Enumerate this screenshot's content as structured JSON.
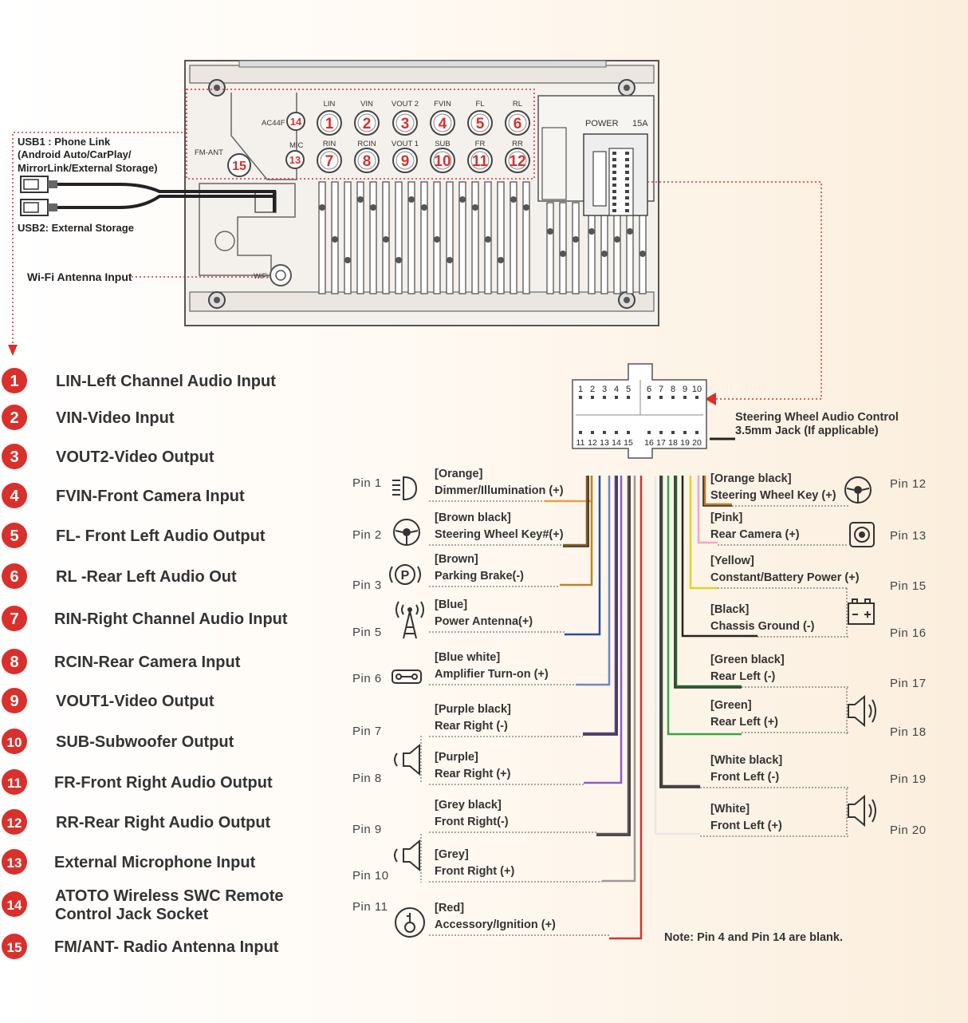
{
  "colors": {
    "accent_red": "#d9302c",
    "outline": "#555555",
    "text": "#333333"
  },
  "unit": {
    "port_labels": [
      "LIN",
      "VIN",
      "VOUT 2",
      "FVIN",
      "FL",
      "RL",
      "RIN",
      "RCIN",
      "VOUT 1",
      "SUB",
      "FR",
      "RR"
    ],
    "ac44f": "AC44F",
    "mic": "MIC",
    "fm_ant": "FM-ANT",
    "power": "POWER",
    "fuse": "15A",
    "wifi": "WiFi"
  },
  "usb": {
    "usb1": [
      "USB1 : Phone Link",
      "(Android Auto/CarPlay/",
      "MirrorLink/External Storage)"
    ],
    "usb2": "USB2: External Storage",
    "wifi_antenna": "Wi-Fi Antenna Input"
  },
  "legend": [
    {
      "num": "1",
      "text": "LIN-Left Channel Audio Input"
    },
    {
      "num": "2",
      "text": "VIN-Video Input"
    },
    {
      "num": "3",
      "text": "VOUT2-Video Output"
    },
    {
      "num": "4",
      "text": "FVIN-Front Camera Input"
    },
    {
      "num": "5",
      "text": "FL- Front Left Audio Output"
    },
    {
      "num": "6",
      "text": "RL -Rear Left Audio Out"
    },
    {
      "num": "7",
      "text": "RIN-Right Channel Audio Input"
    },
    {
      "num": "8",
      "text": "RCIN-Rear Camera Input"
    },
    {
      "num": "9",
      "text": "VOUT1-Video Output"
    },
    {
      "num": "10",
      "text": "SUB-Subwoofer Output"
    },
    {
      "num": "11",
      "text": "FR-Front Right Audio Output"
    },
    {
      "num": "12",
      "text": "RR-Rear Right Audio Output"
    },
    {
      "num": "13",
      "text": "External Microphone Input"
    },
    {
      "num": "14",
      "text": "ATOTO Wireless SWC Remote",
      "text2": "Control Jack Socket"
    },
    {
      "num": "15",
      "text": "FM/ANT- Radio Antenna Input"
    }
  ],
  "connector": {
    "top": [
      "1",
      "2",
      "3",
      "4",
      "5",
      "6",
      "7",
      "8",
      "9",
      "10"
    ],
    "bottom": [
      "11",
      "12",
      "13",
      "14",
      "15",
      "16",
      "17",
      "18",
      "19",
      "20"
    ]
  },
  "steering_jack": [
    "Steering Wheel Audio Control",
    "3.5mm Jack (If applicable)"
  ],
  "pins_left": [
    {
      "pin": "Pin 1",
      "color_name": "[Orange]",
      "function": "Dimmer/Illumination (+)",
      "wire": "#e8a23a",
      "icon": "headlight-icon"
    },
    {
      "pin": "Pin 2",
      "color_name": "[Brown black]",
      "function": "Steering Wheel Key#(+)",
      "wire": "#8a5a1a",
      "icon": "steering-wheel-icon"
    },
    {
      "pin": "Pin 3",
      "color_name": "[Brown]",
      "function": "Parking Brake(-)",
      "wire": "#b8862c",
      "icon": "parking-brake-icon"
    },
    {
      "pin": "Pin 5",
      "color_name": "[Blue]",
      "function": "Power Antenna(+)",
      "wire": "#2b4fa0",
      "icon": "antenna-tower-icon"
    },
    {
      "pin": "Pin 6",
      "color_name": "[Blue white]",
      "function": "Amplifier Turn-on (+)",
      "wire": "#6d86c4",
      "icon": "amplifier-icon"
    },
    {
      "pin": "Pin 7",
      "color_name": "[Purple black]",
      "function": "Rear Right (-)",
      "wire": "#5a3a8a",
      "icon": ""
    },
    {
      "pin": "Pin 8",
      "color_name": "[Purple]",
      "function": "Rear Right (+)",
      "wire": "#8a5cc4",
      "icon": "speaker-icon"
    },
    {
      "pin": "Pin 9",
      "color_name": "[Grey black]",
      "function": "Front Right(-)",
      "wire": "#555555",
      "icon": ""
    },
    {
      "pin": "Pin 10",
      "color_name": "[Grey]",
      "function": "Front Right (+)",
      "wire": "#9a9a9a",
      "icon": "speaker-icon"
    },
    {
      "pin": "Pin 11",
      "color_name": "[Red]",
      "function": "Accessory/Ignition (+)",
      "wire": "#d9302c",
      "icon": "ignition-key-icon"
    }
  ],
  "pins_right": [
    {
      "pin": "Pin 12",
      "color_name": "[Orange black]",
      "function": "Steering Wheel Key (+)",
      "wire": "#c07a1a",
      "icon": "steering-wheel-icon"
    },
    {
      "pin": "Pin 13",
      "color_name": "[Pink]",
      "function": "Rear Camera (+)",
      "wire": "#f2a6c6",
      "icon": "camera-icon"
    },
    {
      "pin": "Pin 15",
      "color_name": "[Yellow]",
      "function": "Constant/Battery Power (+)",
      "wire": "#e6d22a",
      "icon": ""
    },
    {
      "pin": "Pin 16",
      "color_name": "[Black]",
      "function": "Chassis Ground (-)",
      "wire": "#222222",
      "icon": "battery-icon"
    },
    {
      "pin": "Pin 17",
      "color_name": "[Green black]",
      "function": "Rear Left (-)",
      "wire": "#1e6a2a",
      "icon": ""
    },
    {
      "pin": "Pin 18",
      "color_name": "[Green]",
      "function": "Rear Left (+)",
      "wire": "#35a845",
      "icon": "speaker-icon"
    },
    {
      "pin": "Pin 19",
      "color_name": "[White black]",
      "function": "Front Left (-)",
      "wire": "#444444",
      "icon": ""
    },
    {
      "pin": "Pin 20",
      "color_name": "[White]",
      "function": "Front Left (+)",
      "wire": "#e8e8e8",
      "icon": "speaker-icon"
    }
  ],
  "note": "Note: Pin 4 and Pin 14 are blank."
}
